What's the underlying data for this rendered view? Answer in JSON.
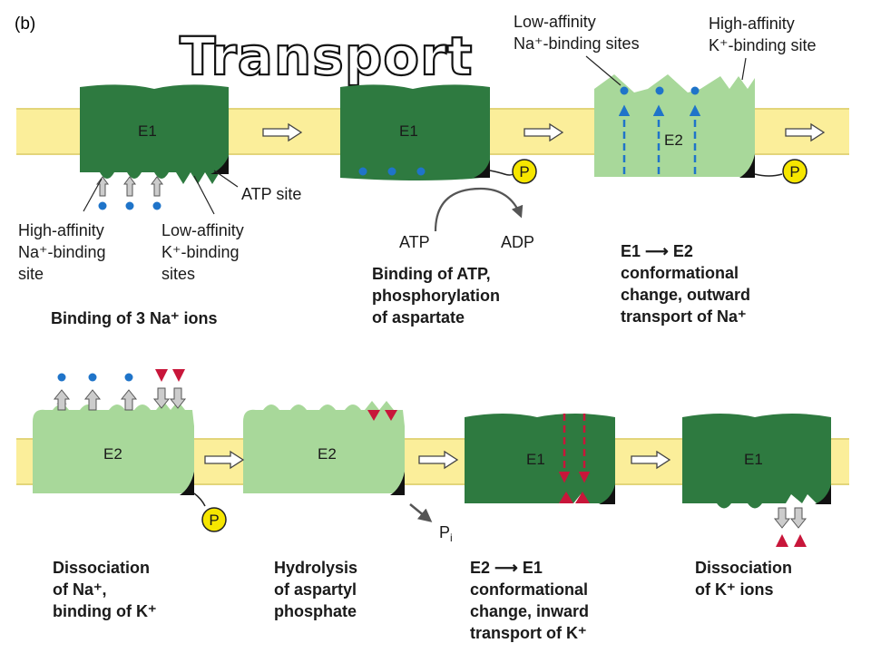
{
  "panel_label": "(b)",
  "title": "Transport",
  "colors": {
    "membrane": "#fbee9a",
    "dark_protein": "#2e7a40",
    "light_protein": "#a8d89a",
    "sodium": "#1f74c9",
    "potassium": "#c8163a",
    "phosphate": "#f6e600"
  },
  "states": {
    "s1": "E1",
    "s2": "E1",
    "s3": "E2",
    "s4": "E2",
    "s5": "E2",
    "s6": "E1",
    "s7": "E1"
  },
  "phosphate_label": "P",
  "pi": {
    "base": "P",
    "sub": "i"
  },
  "labels": {
    "low_na": [
      "Low-affinity",
      "Na⁺-binding sites"
    ],
    "high_k": [
      "High-affinity",
      "K⁺-binding site"
    ],
    "high_na": [
      "High-affinity",
      "Na⁺-binding",
      "site"
    ],
    "low_k": [
      "Low-affinity",
      "K⁺-binding",
      "sites"
    ],
    "atp_site": "ATP site",
    "atp": "ATP",
    "adp": "ADP"
  },
  "captions": {
    "c1": [
      "Binding of 3 Na⁺ ions"
    ],
    "c2": [
      "Binding of ATP,",
      "phosphorylation",
      "of aspartate"
    ],
    "c3": [
      "E1 ⟶ E2",
      "conformational",
      "change, outward",
      "transport of Na⁺"
    ],
    "c4": [
      "Dissociation",
      "of Na⁺,",
      "binding of K⁺"
    ],
    "c5": [
      "Hydrolysis",
      "of aspartyl",
      "phosphate"
    ],
    "c6": [
      "E2 ⟶ E1",
      "conformational",
      "change, inward",
      "transport of K⁺"
    ],
    "c7": [
      "Dissociation",
      "of K⁺ ions"
    ]
  }
}
